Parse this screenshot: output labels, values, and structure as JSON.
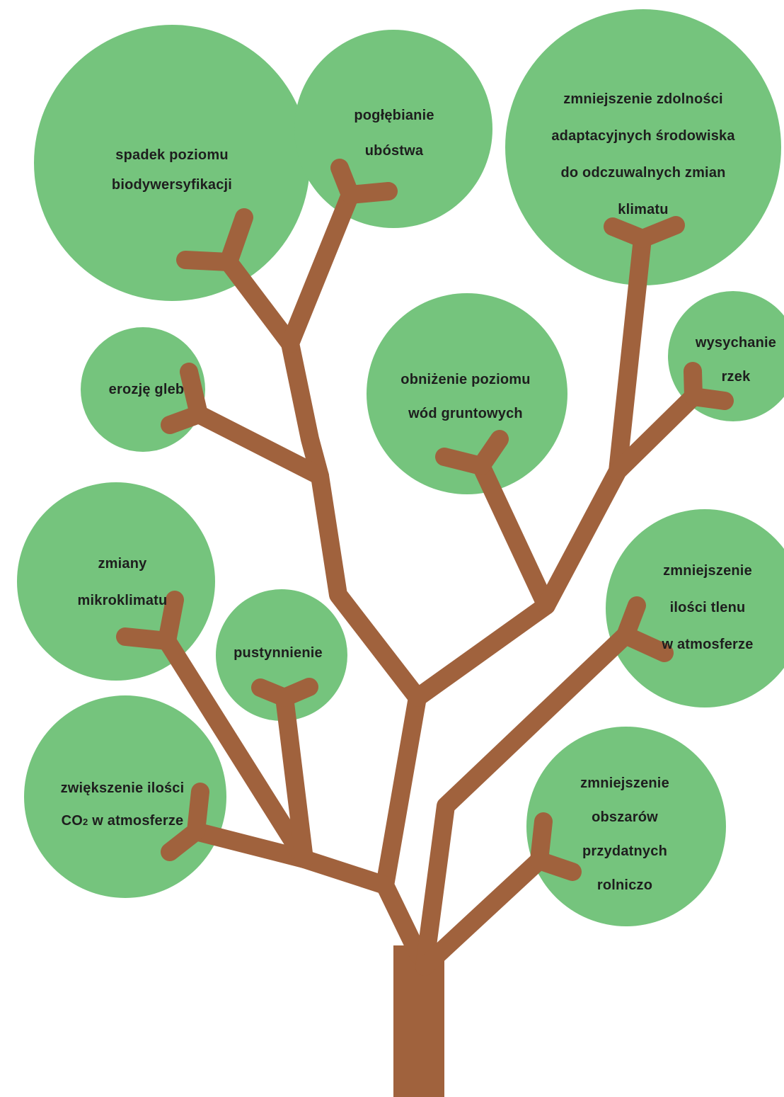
{
  "colors": {
    "leaf": "#75c47d",
    "branch": "#a0623d",
    "text": "#1e1e1e"
  },
  "nodes": {
    "spadek": {
      "line1": "spadek poziomu",
      "line2": "biodywersyfikacji"
    },
    "poglebianie": {
      "line1": "pogłębianie",
      "line2": "ubóstwa"
    },
    "zdolnosci": {
      "line1": "zmniejszenie zdolności",
      "line2": "adaptacyjnych środowiska",
      "line3": "do odczuwalnych zmian",
      "line4": "klimatu"
    },
    "erozja": {
      "line1": "erozję gleb"
    },
    "wody": {
      "line1": "obniżenie poziomu",
      "line2": "wód gruntowych"
    },
    "rzeki": {
      "line1": "wysychanie",
      "line2": "rzek"
    },
    "mikroklimat": {
      "line1": "zmiany",
      "line2": "mikroklimatu"
    },
    "pustynnienie": {
      "line1": "pustynnienie"
    },
    "tlen": {
      "line1": "zmniejszenie",
      "line2": "ilości tlenu",
      "line3": "w atmosferze"
    },
    "co2": {
      "line1": "zwiększenie ilości",
      "line2_main": "CO",
      "line2_sub": "2",
      "line2_rest": " w atmosferze"
    },
    "rolnicze": {
      "line1": "zmniejszenie",
      "line2": "obszarów",
      "line3": "przydatnych",
      "line4": "rolniczo"
    }
  }
}
